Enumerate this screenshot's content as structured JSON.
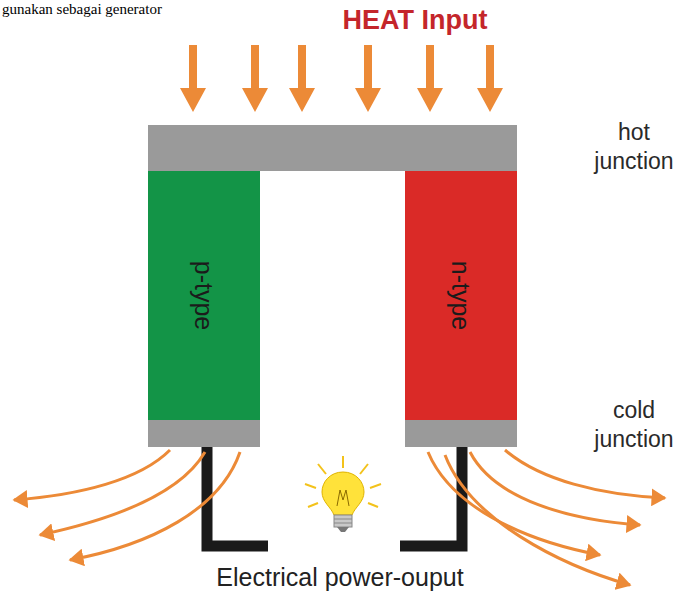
{
  "diagram": {
    "nodes": [
      {
        "text": [
          "p-type"
        ]
      },
      {
        "text": [
          "n-type"
        ]
      }
    ],
    "labels": [
      "gunakan sebagai generator",
      "HEAT Input",
      "hot junction",
      "cold junction",
      "Electrical power-ouput"
    ]
  }
}
